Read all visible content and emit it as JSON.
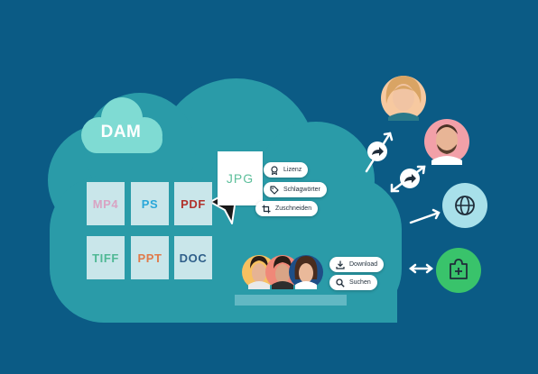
{
  "cloud": {
    "label": "DAM",
    "formats": [
      {
        "label": "MP4",
        "color": "#d9a3c3"
      },
      {
        "label": "PS",
        "color": "#2aa7d9"
      },
      {
        "label": "PDF",
        "color": "#b1322c"
      },
      {
        "label": "TIFF",
        "color": "#4fb894"
      },
      {
        "label": "PPT",
        "color": "#e07a4a"
      },
      {
        "label": "DOC",
        "color": "#2f5f8a"
      }
    ]
  },
  "asset": {
    "label": "JPG",
    "color": "#5dbf9b"
  },
  "asset_actions": [
    {
      "label": "Lizenz",
      "icon": "license-icon"
    },
    {
      "label": "Schlagwörter",
      "icon": "tag-icon"
    },
    {
      "label": "Zuschneiden",
      "icon": "crop-icon"
    }
  ],
  "user_actions": [
    {
      "label": "Download",
      "icon": "download-icon"
    },
    {
      "label": "Suchen",
      "icon": "search-icon"
    }
  ],
  "colors": {
    "background": "#0b5b85",
    "cloud": "#2a9ba8",
    "dam_badge": "#7fdbd3",
    "globe_circle": "#a8e0ea",
    "plugin_circle": "#39c36b",
    "avatar_peach": "#f7c9a0",
    "avatar_pink": "#f2a0a8"
  },
  "channels": [
    "share-icon",
    "share-icon",
    "globe-icon",
    "plugin-icon"
  ]
}
